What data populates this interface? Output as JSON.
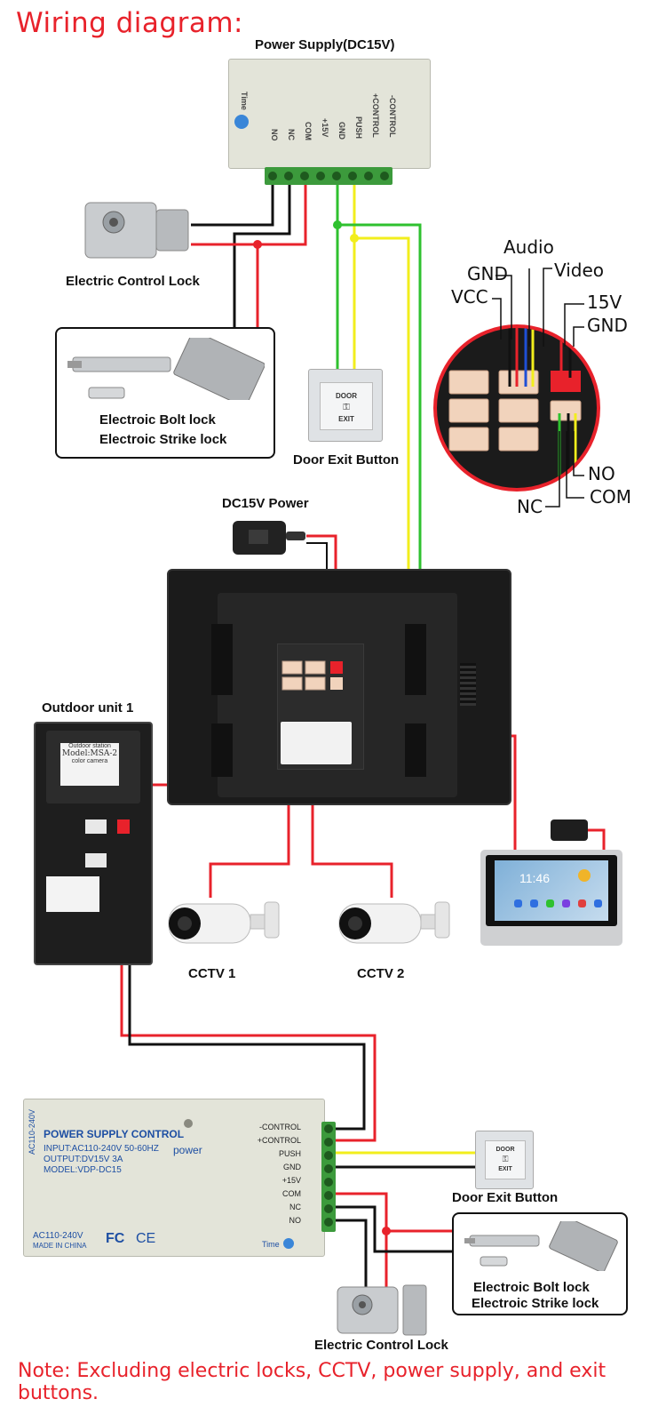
{
  "title": "Wiring diagram:",
  "note": "Note: Excluding electric locks, CCTV, power supply, and exit buttons.",
  "labels": {
    "top_psu": "Power Supply(DC15V)",
    "electric_control_lock_top": "Electric Control Lock",
    "bolt_lock_top": "Electroic Bolt lock",
    "strike_lock_top": "Electroic Strike lock",
    "door_exit_top": "Door Exit Button",
    "dc15v_power": "DC15V Power",
    "outdoor_unit": "Outdoor unit 1",
    "cctv1": "CCTV 1",
    "cctv2": "CCTV 2",
    "door_exit_bottom": "Door Exit Button",
    "bolt_lock_bottom": "Electroic Bolt lock",
    "strike_lock_bottom": "Electroic Strike lock",
    "electric_control_lock_bottom": "Electric Control Lock"
  },
  "top_psu_terminals": [
    "NO",
    "NC",
    "COM",
    "+15V",
    "GND",
    "PUSH",
    "+CONTROL",
    "-CONTROL"
  ],
  "top_psu_time": "Time",
  "connector_labels": {
    "audio": "Audio",
    "gnd1": "GND",
    "video": "Video",
    "vcc": "VCC",
    "v15": "15V",
    "gnd2": "GND",
    "no": "NO",
    "com": "COM",
    "nc": "NC"
  },
  "outdoor_station": {
    "line1": "Outdoor station",
    "line2": "Model:MSA-2",
    "line3": "color camera"
  },
  "second_monitor_time": "11:46",
  "bottom_psu": {
    "side": "AC110-240V",
    "title": "POWER SUPPLY CONTROL",
    "input": "INPUT:AC110-240V 50-60HZ",
    "output": "OUTPUT:DV15V 3A",
    "model": "MODEL:VDP-DC15",
    "power": "power",
    "bottom1": "AC110-240V",
    "bottom2": "MADE IN CHINA",
    "fc": "FC",
    "ce": "CE",
    "time": "Time",
    "terminals": [
      "-CONTROL",
      "+CONTROL",
      "PUSH",
      "GND",
      "+15V",
      "COM",
      "NC",
      "NO"
    ]
  },
  "door_button_text": {
    "line1": "DOOR",
    "line2": "EXIT"
  },
  "colors": {
    "red": "#e8222b",
    "green": "#2fc12f",
    "yellow": "#f2ee1c",
    "black": "#111111",
    "blue": "#1f4fd6",
    "psu_body": "#e3e4d9",
    "terminal_green": "#3c9a3c",
    "monitor": "#1b1b1b"
  }
}
